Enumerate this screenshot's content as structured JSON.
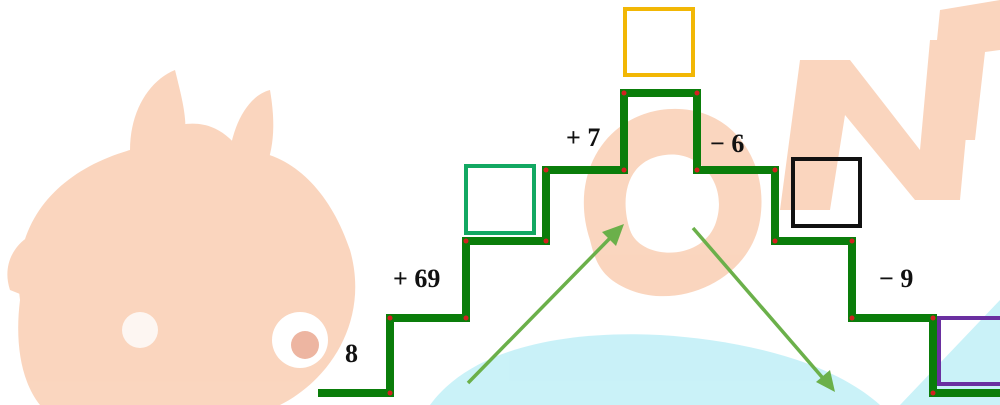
{
  "start_value": "8",
  "operations": {
    "step1": "+ 69",
    "step2": "+ 7",
    "step3": "− 6",
    "step4": "− 9"
  },
  "answer_boxes": {
    "box1": "",
    "box2": "",
    "box3": "",
    "box4": ""
  },
  "colors": {
    "stairs": "#0a7d0a",
    "corner_dots": "#d42020",
    "box1": "#12a862",
    "box2": "#f2b705",
    "box3": "#111111",
    "box4": "#6a2fa0",
    "arrows": "#6bb04a",
    "watermark_orange": "#f6b48a",
    "watermark_cyan": "#9ee7f3"
  },
  "icons": {
    "up_arrow": "arrow-up-right-icon",
    "down_arrow": "arrow-down-right-icon",
    "watermark": "mascot-watermark"
  }
}
